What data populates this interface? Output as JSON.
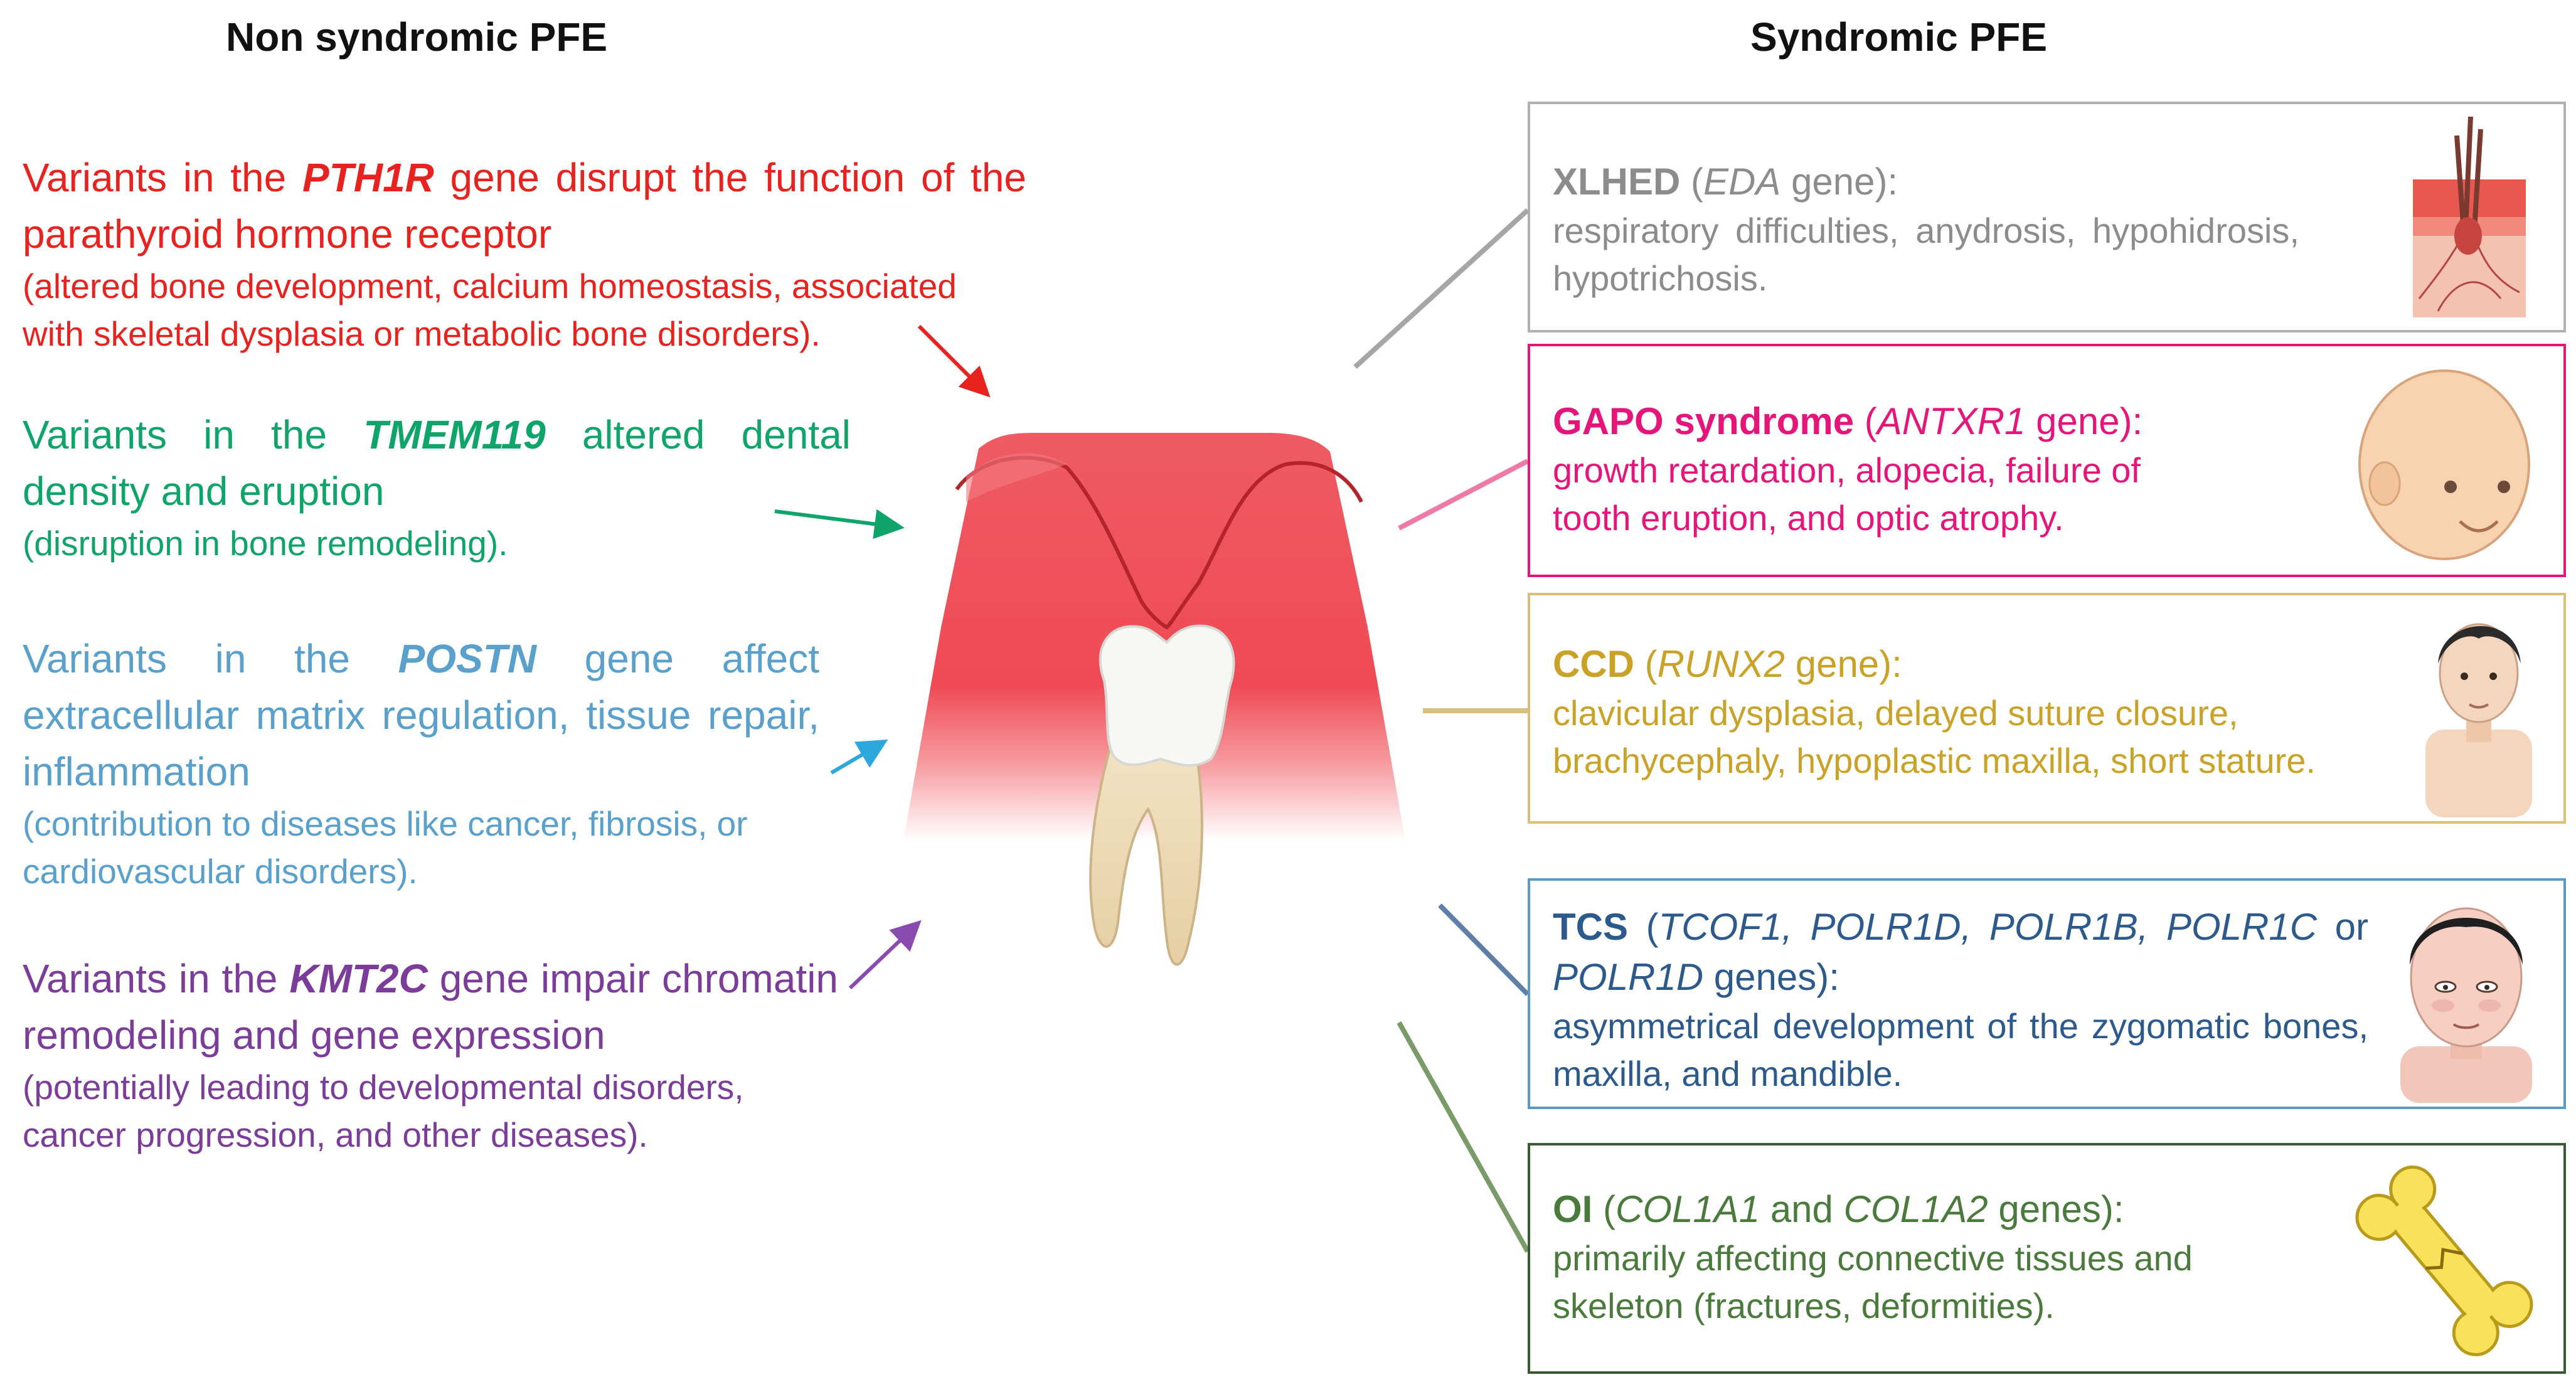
{
  "headings": {
    "left": "Non syndromic PFE",
    "right": "Syndromic PFE"
  },
  "non_syndromic": [
    {
      "prefix": "Variants in the",
      "gene": "PTH1R",
      "desc": "gene disrupt the function of the parathyroid hormone receptor",
      "note": "(altered bone development, calcium homeostasis, associated with skeletal dysplasia or metabolic bone disorders).",
      "color": "#e8221f"
    },
    {
      "prefix": "Variants in the",
      "gene": "TMEM119",
      "desc": "altered dental density and eruption",
      "note": "(disruption in bone remodeling).",
      "color": "#0fa56a"
    },
    {
      "prefix": "Variants in the",
      "gene": "POSTN",
      "desc": "gene affect extracellular matrix regulation, tissue repair, inflammation",
      "note": "(contribution to diseases like cancer, fibrosis, or cardiovascular disorders).",
      "color": "#5aa0cc"
    },
    {
      "prefix": "Variants in the",
      "gene": "KMT2C",
      "desc": "gene impair chromatin remodeling and gene expression",
      "note": "(potentially leading to developmental disorders, cancer progression, and other diseases).",
      "color": "#7b3d99"
    }
  ],
  "syndromic": [
    {
      "name": "XLHED",
      "genes_prefix": "(",
      "genes": "EDA",
      "genes_suffix": "gene):",
      "desc": "respiratory difficulties, anydrosis, hypohidrosis, hypotrichosis.",
      "color": "#8c8c8c",
      "icon": "skin-hair-icon"
    },
    {
      "name": "GAPO syndrome",
      "genes_prefix": "(",
      "genes": "ANTXR1",
      "genes_suffix": "gene):",
      "desc": "growth retardation, alopecia, failure of tooth eruption, and optic atrophy.",
      "color": "#e6157a",
      "icon": "baby-head-icon"
    },
    {
      "name": "CCD",
      "genes_prefix": "(",
      "genes": "RUNX2",
      "genes_suffix": "gene):",
      "desc": "clavicular dysplasia, delayed suture closure, brachycephaly, hypoplastic maxilla, short stature.",
      "color": "#c9a227",
      "icon": "child-portrait-icon"
    },
    {
      "name": "TCS",
      "genes_prefix": "(",
      "genes": "TCOF1, POLR1D, POLR1B, POLR1C",
      "genes_mid": "or",
      "genes2": "POLR1D",
      "genes_suffix": "genes):",
      "desc": "asymmetrical development of the zygomatic bones, maxilla, and mandible.",
      "color": "#2d5a8c",
      "icon": "face-portrait-icon"
    },
    {
      "name": "OI",
      "genes_prefix": "(",
      "genes": "COL1A1",
      "genes_mid": "and",
      "genes2": "COL1A2",
      "genes_suffix": "genes):",
      "desc": "primarily affecting connective tissues and skeleton (fractures, deformities).",
      "color": "#4a7a3c",
      "icon": "broken-bone-icon"
    }
  ]
}
